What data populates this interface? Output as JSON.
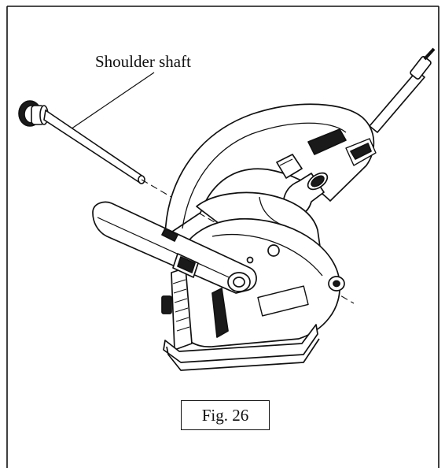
{
  "figure": {
    "callout_label": "Shoulder shaft",
    "caption": "Fig. 26"
  },
  "colors": {
    "line": "#111111",
    "fill": "#ffffff",
    "shade": "#1a1a1a",
    "light_shade": "#d8d8d8"
  },
  "icons": [
    "shoulder-shaft-part",
    "wall-chaser-tool-illustration"
  ]
}
